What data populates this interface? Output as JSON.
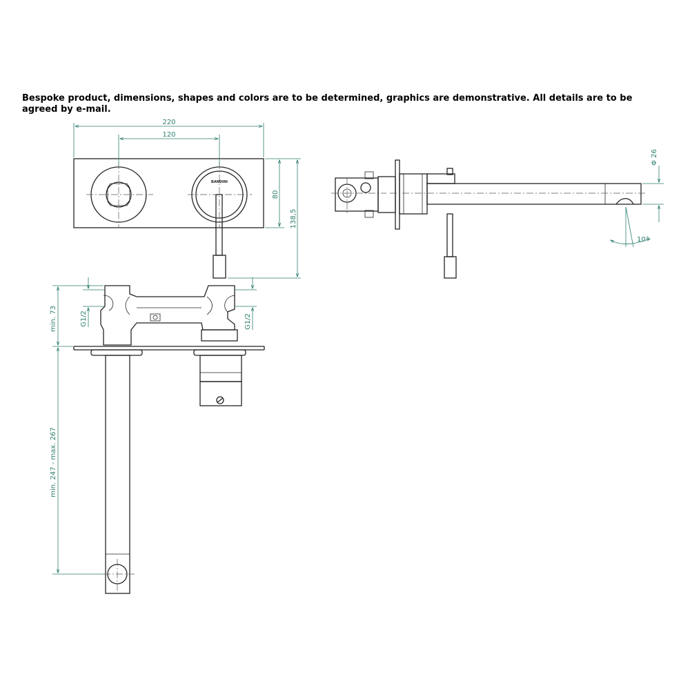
{
  "note": "Bespoke product, dimensions, shapes and colors are to be determined, graphics are demonstrative. All details are to be agreed by e-mail.",
  "dimensions": {
    "width_total": "220",
    "handle_spacing": "120",
    "plate_height": "80",
    "total_height": "138,5",
    "diameter": "Φ 26",
    "angle": "10°",
    "depth_min": "min. 73",
    "connection_left": "G1/2",
    "connection_right": "G1/2",
    "spout_length": "min. 247 - max. 267"
  },
  "brand_mark": "BANDINI",
  "colors": {
    "dimension_line": "#2e7d6e",
    "outline": "#222222"
  }
}
